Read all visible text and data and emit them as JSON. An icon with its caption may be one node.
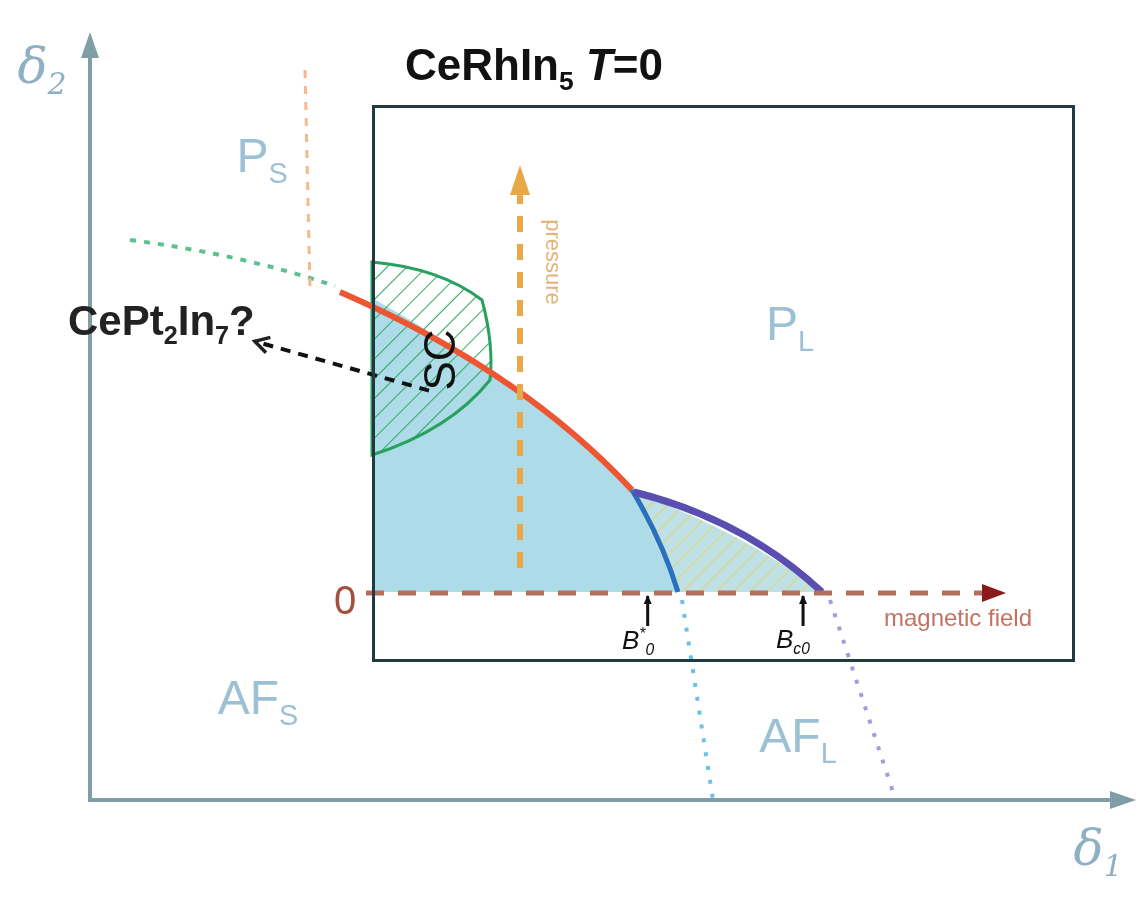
{
  "diagram": {
    "nodes": [
      {
        "text": [
          "CeRhIn$_{5}$ *T*=0"
        ]
      },
      {
        "text": [
          "SC"
        ],
        "in": 0
      },
      {
        "text": [
          "CePt$_{2}$In$_{7}$?"
        ]
      },
      {
        "text": [
          "B$^{*}$$_{0}$"
        ],
        "in": 0
      },
      {
        "text": [
          "B$_{c0}$"
        ],
        "in": 0
      }
    ],
    "edges": [
      {
        "from": 1,
        "to": 2,
        "arrow": "to",
        "style": "dashed"
      },
      {
        "from": 3,
        "to": null,
        "arrow": "to"
      },
      {
        "from": 4,
        "to": null,
        "arrow": "to"
      }
    ],
    "labels": [
      "δ$_{2}$",
      "P$_{S}$",
      "P$_{L}$",
      "pressure",
      "0",
      "magnetic field",
      "AF$_{S}$",
      "AF$_{L}$",
      "δ$_{1}$"
    ]
  }
}
